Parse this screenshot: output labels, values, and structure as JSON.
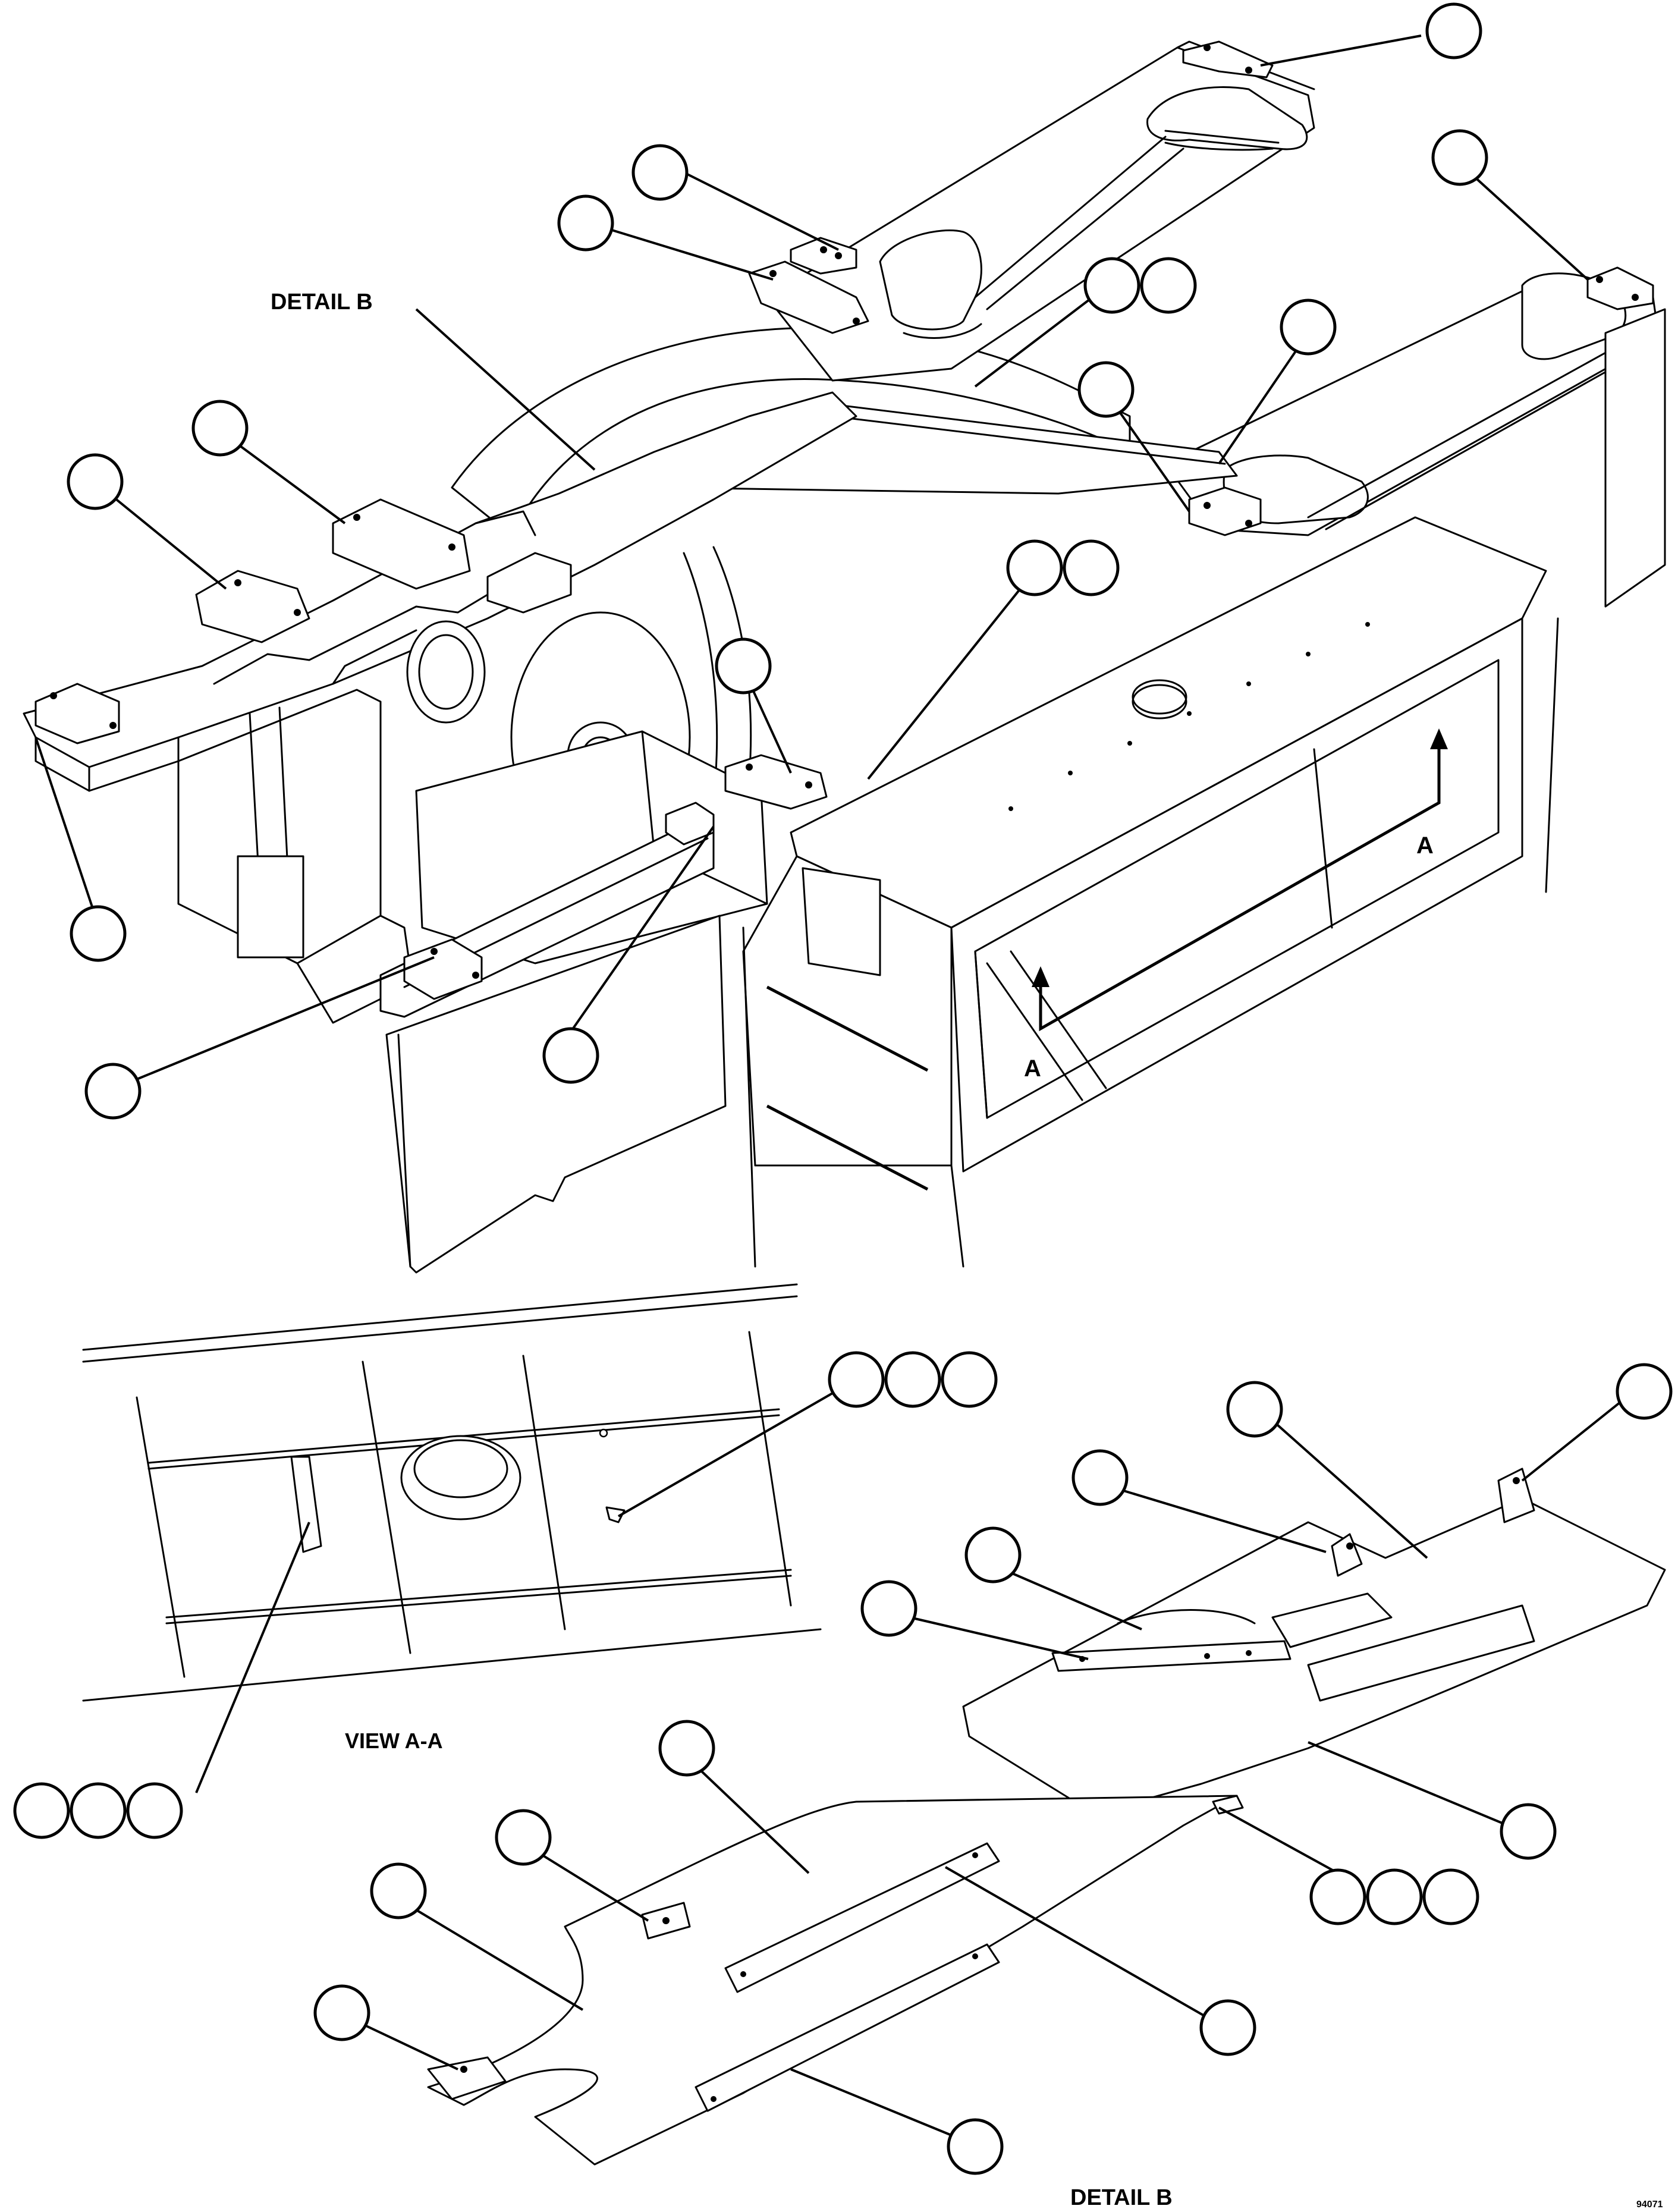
{
  "labels": {
    "detail_b_top": "DETAIL B",
    "view_aa": "VIEW A-A",
    "detail_b_bottom": "DETAIL B",
    "section_arrow_left": "A",
    "section_arrow_right": "A",
    "drawing_number": "94071"
  },
  "callouts": {
    "count": 37,
    "style": "blank circle balloons with leader lines"
  }
}
